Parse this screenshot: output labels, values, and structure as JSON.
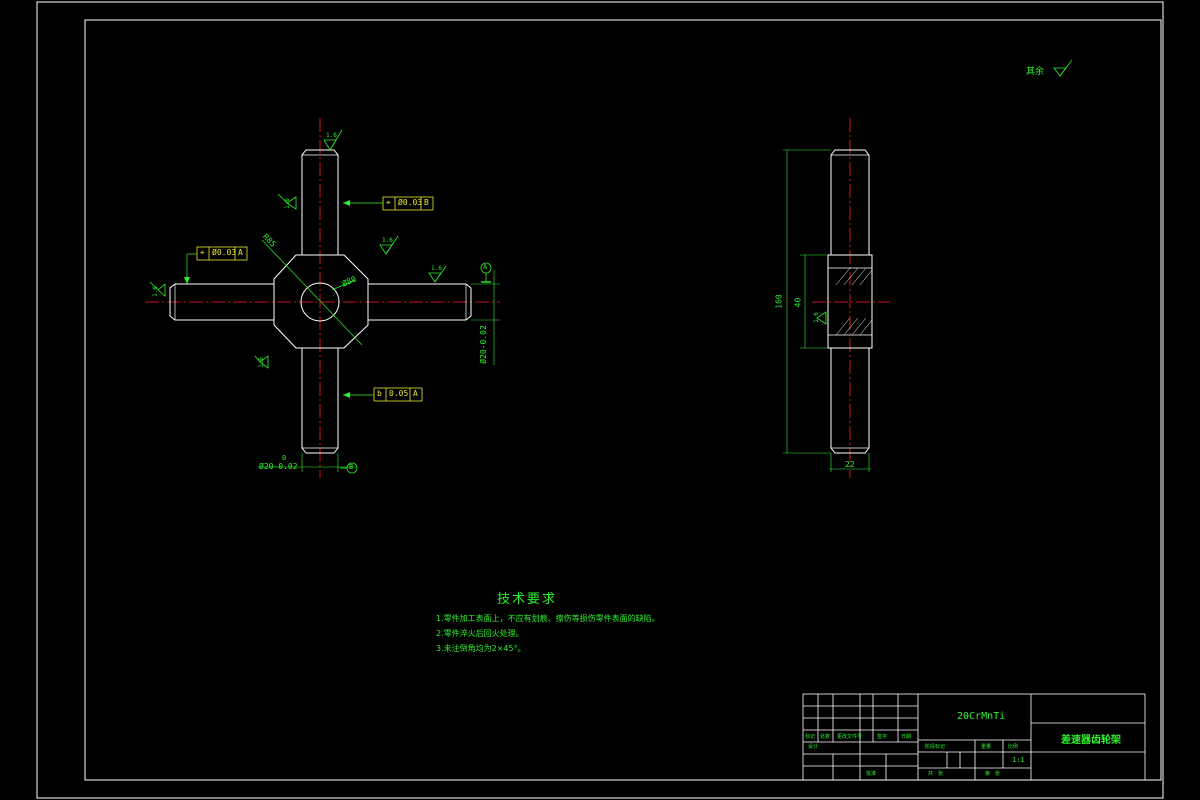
{
  "roughness": {
    "label": "其余",
    "value": ""
  },
  "front_view": {
    "dim_center_hole": "Ø80",
    "dim_chamfer_diag": "R85",
    "dim_pin_dia": "Ø20-0.02",
    "dim_pin_tol_upper": "0",
    "dim_arm_right": "Ø20-0.02",
    "fcf_top": {
      "symbol": "⌖",
      "tolerance": "Ø0.03",
      "datum": "B"
    },
    "fcf_left": {
      "symbol": "⌖",
      "tolerance": "Ø0.03",
      "datum": "A"
    },
    "fcf_bottom": {
      "symbol": "b",
      "tolerance": "0.05",
      "datum": "A"
    },
    "datum_a": "A",
    "datum_b": "B",
    "roughness_marks": [
      "1.6",
      "1.6",
      "1.6",
      "1.6",
      "1.6",
      "1.6"
    ]
  },
  "side_view": {
    "dim_total_height": "160",
    "dim_hub_height": "40",
    "dim_width": "22",
    "roughness_mark": "1.6"
  },
  "tech_req": {
    "title": "技术要求",
    "items": [
      "1.零件加工表面上，不应有划痕、擦伤等损伤零件表面的缺陷。",
      "2.零件淬火后回火处理。",
      "3.未注倒角均为2×45°。"
    ]
  },
  "title_block": {
    "material": "20CrMnTi",
    "part_name": "差速器齿轮架",
    "scale": "1:1",
    "labels": {
      "mark": "标记",
      "count": "处数",
      "file": "更改文件号",
      "sign": "签字",
      "date": "日期",
      "design": "设计",
      "stage": "阶段标记",
      "weight": "重量",
      "ratio": "比例",
      "sheet": "共　张",
      "sheet2": "第　张",
      "approve": "批准"
    }
  },
  "colors": {
    "background": "#000000",
    "outline": "#ffffff",
    "dimension": "#2ef02e",
    "centerline": "#ff2020",
    "fcf": "#e8e833"
  }
}
